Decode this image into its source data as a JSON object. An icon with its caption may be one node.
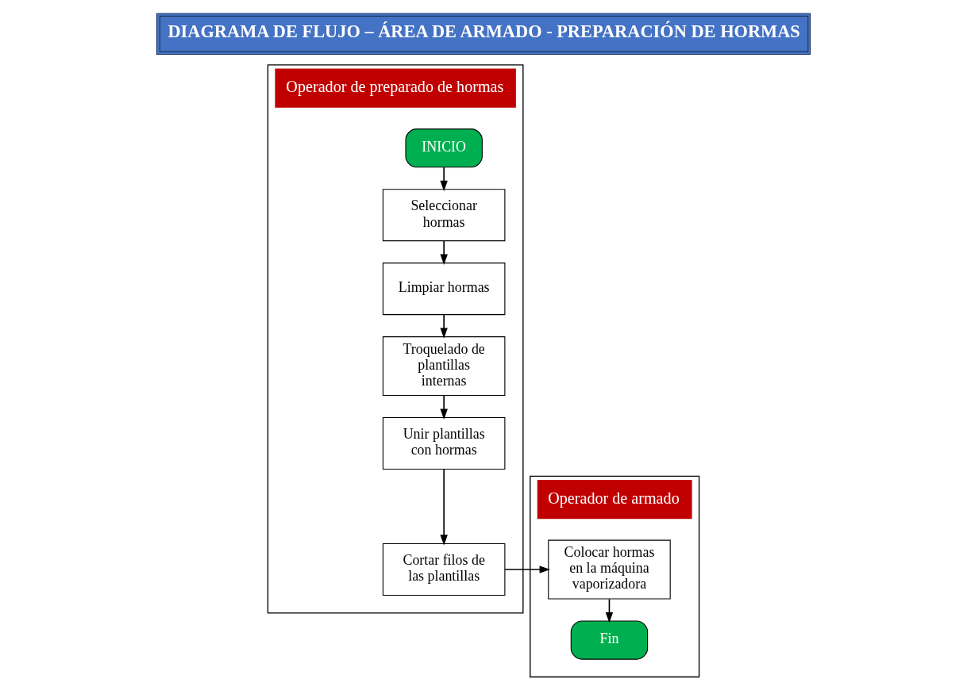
{
  "diagram": {
    "title": "DIAGRAMA DE FLUJO – ÁREA DE ARMADO - PREPARACIÓN DE HORMAS",
    "nodes": [
      {
        "text": [
          "Operador de preparado de hormas"
        ]
      },
      {
        "text": [
          "Operador de armado"
        ]
      },
      {
        "text": [
          "INICIO"
        ],
        "in": 0
      },
      {
        "text": [
          "Seleccionar hormas"
        ],
        "in": 0
      },
      {
        "text": [
          "Limpiar hormas"
        ],
        "in": 0
      },
      {
        "text": [
          "Troquelado de plantillas internas"
        ],
        "in": 0
      },
      {
        "text": [
          "Unir plantillas con hormas"
        ],
        "in": 0
      },
      {
        "text": [
          "Cortar filos de las plantillas"
        ],
        "in": 0
      },
      {
        "text": [
          "Colocar hormas en la máquina vaporizadora"
        ],
        "in": 1
      },
      {
        "text": [
          "Fin"
        ],
        "in": 1
      }
    ],
    "edges": [
      {
        "from": 2,
        "to": 3,
        "arrow": "to"
      },
      {
        "from": 3,
        "to": 4,
        "arrow": "to"
      },
      {
        "from": 4,
        "to": 5,
        "arrow": "to"
      },
      {
        "from": 5,
        "to": 6,
        "arrow": "to"
      },
      {
        "from": 6,
        "to": 7,
        "arrow": "to"
      },
      {
        "from": 7,
        "to": 8,
        "arrow": "to"
      },
      {
        "from": 8,
        "to": 9,
        "arrow": "to"
      }
    ]
  }
}
